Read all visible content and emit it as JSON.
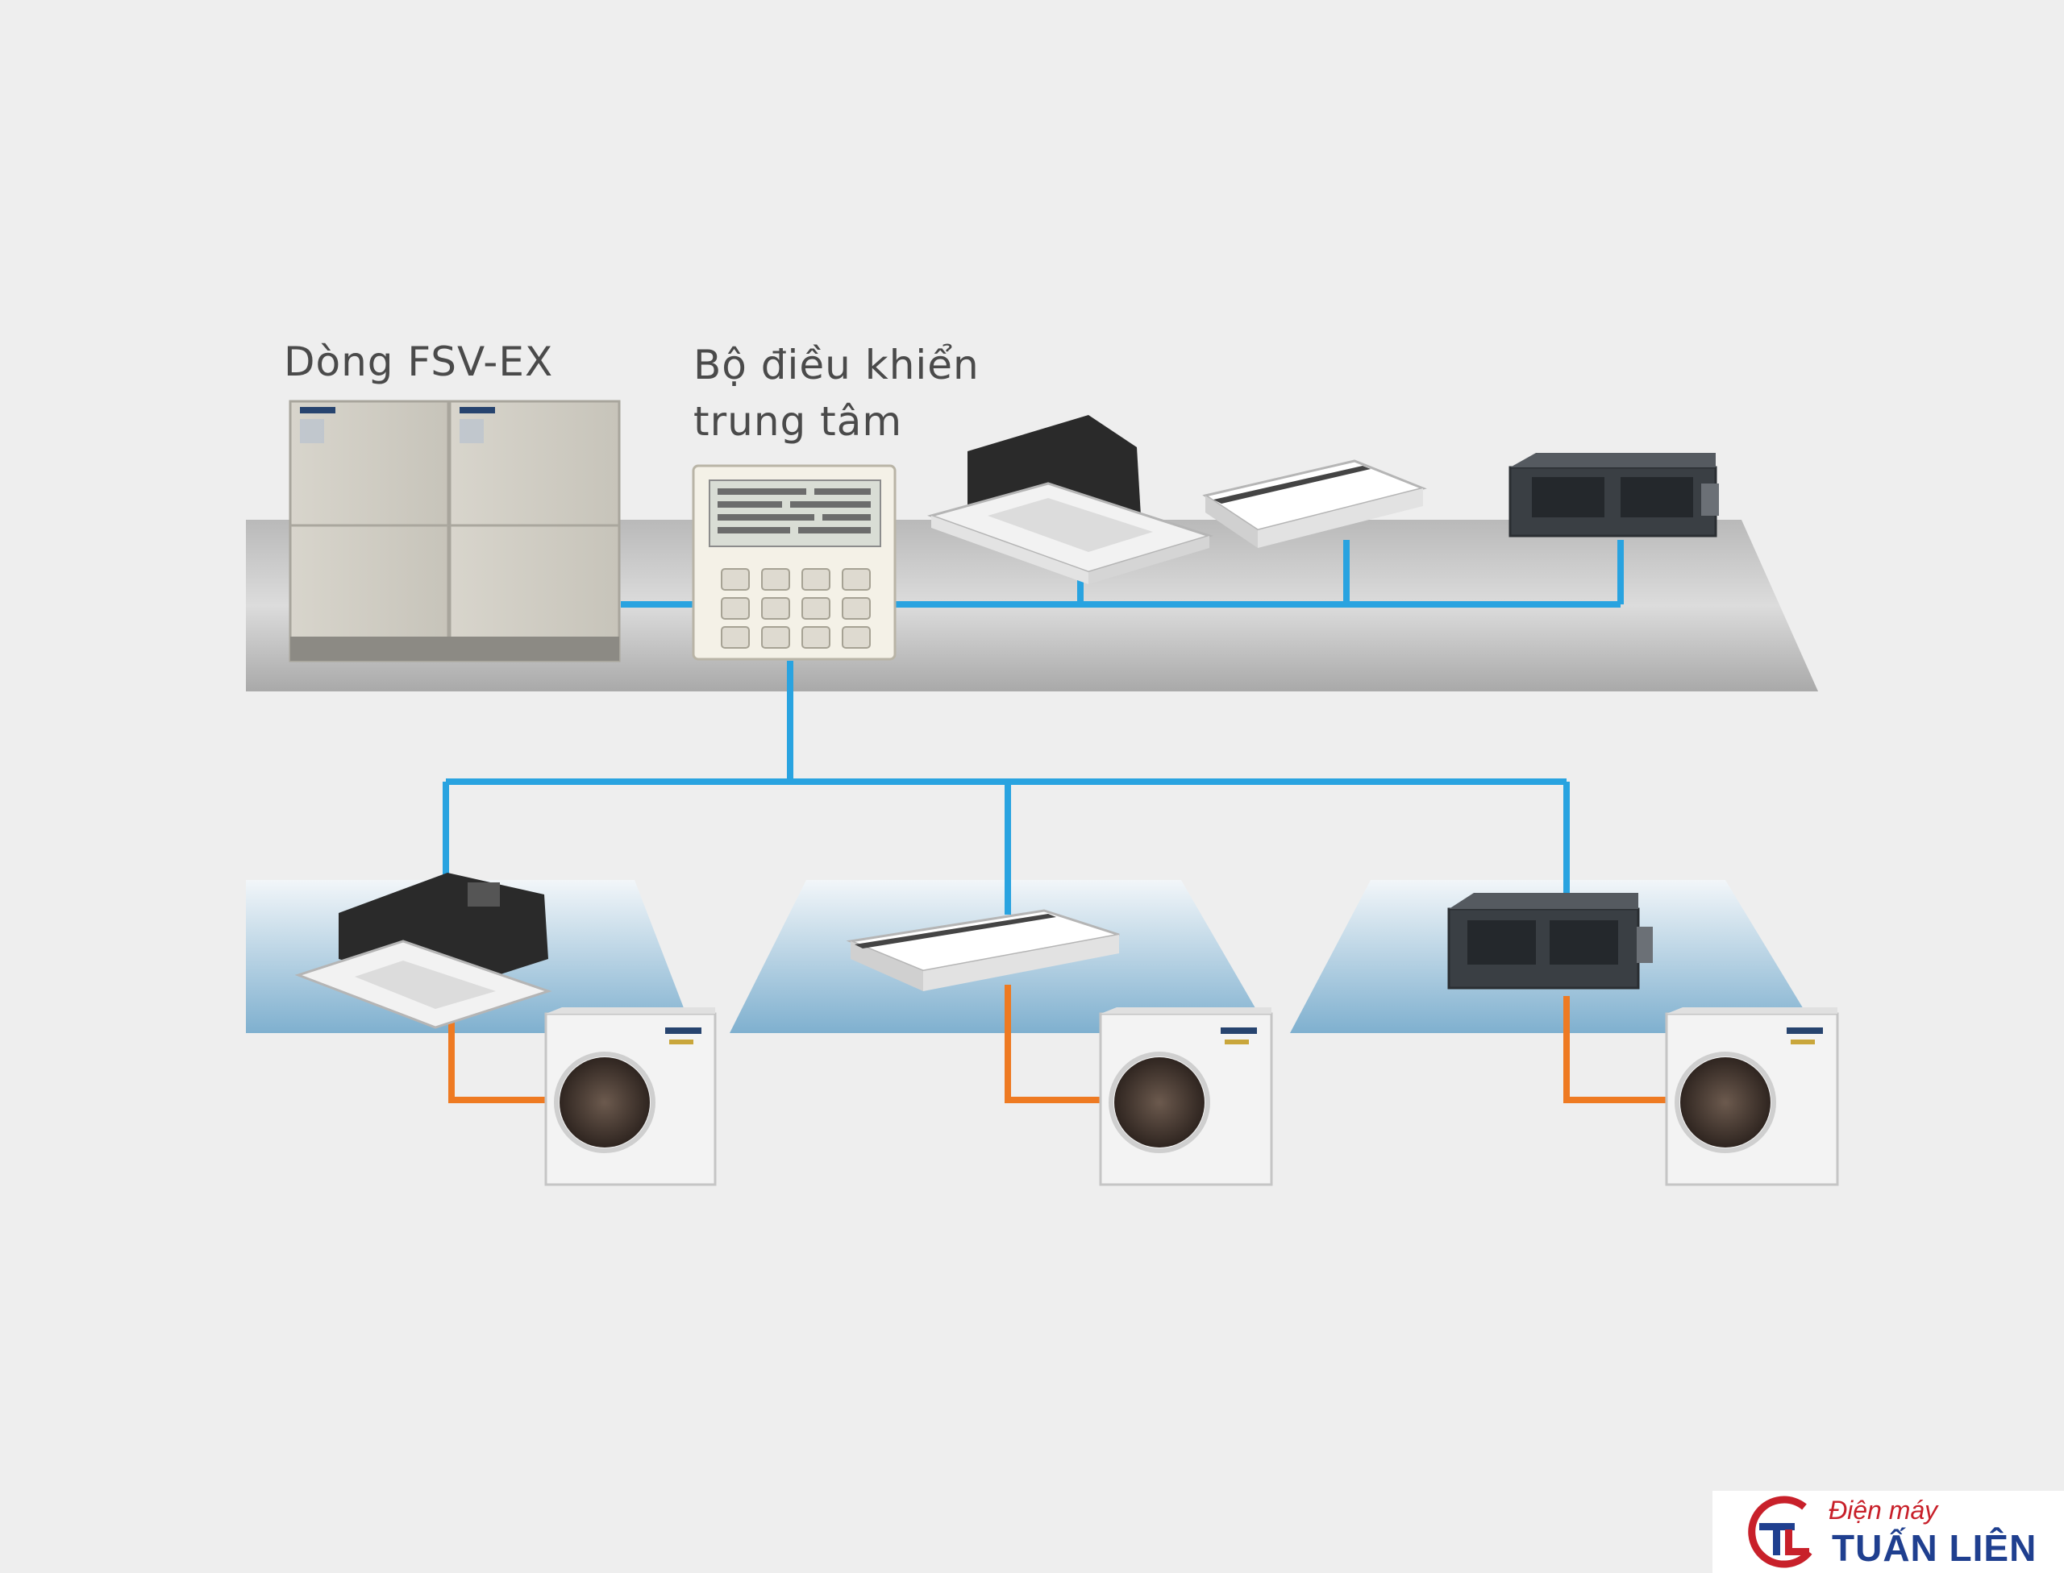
{
  "labels": {
    "outdoor_series": "Dòng FSV-EX",
    "controller_line1": "Bộ điều khiển",
    "controller_line2": "trung tâm"
  },
  "brand": {
    "logo_top": "Điện máy",
    "logo_main": "TUẤN LIÊN",
    "logo_initials": "TL"
  },
  "colors": {
    "background": "#eeeeee",
    "control_wiring": "#29a3e0",
    "refrigerant_pipe": "#ee7a22",
    "brand_red": "#c8202a",
    "brand_blue": "#1f3f8f"
  },
  "components": {
    "vrf_outdoor": [
      "outdoor-unit-module",
      "outdoor-unit-module"
    ],
    "controller": "central-remote-controller",
    "top_indoor_units": [
      "4-way-cassette",
      "ceiling-suspended",
      "ducted"
    ],
    "zones": [
      {
        "indoor": "4-way-cassette",
        "outdoor": "split-outdoor-unit"
      },
      {
        "indoor": "ceiling-suspended",
        "outdoor": "split-outdoor-unit"
      },
      {
        "indoor": "ducted",
        "outdoor": "split-outdoor-unit"
      }
    ]
  }
}
